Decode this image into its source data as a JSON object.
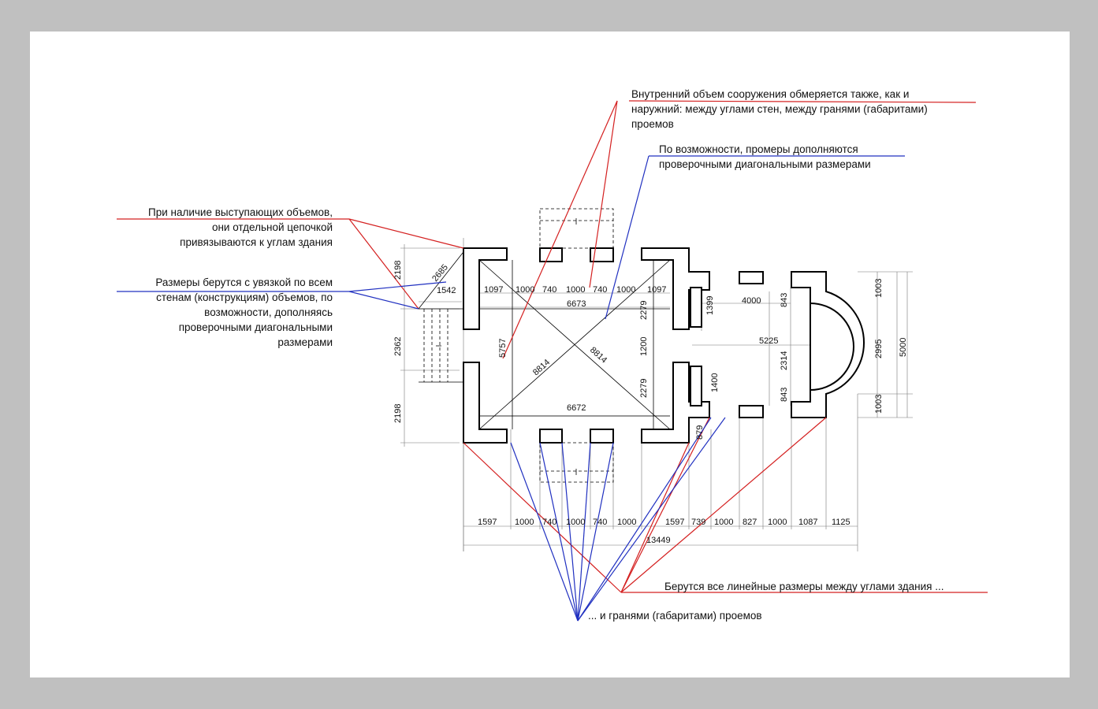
{
  "notes": {
    "top_red": [
      "Внутренний объем сооружения обмеряется также, как и",
      "наружний: между углами стен, между гранями (габаритами)",
      "проемов"
    ],
    "top_blue": [
      "По возможности, промеры дополняются",
      "проверочными диагональными размерами"
    ],
    "left_red": [
      "При наличие выступающих объемов,",
      "они отдельной цепочкой",
      "привязываются к углам здания"
    ],
    "left_blue": [
      "Размеры берутся с увязкой по всем",
      "стенам (конструкциям) объемов, по",
      "возможности, дополняясь",
      "проверочными диагональными",
      "размерами"
    ],
    "bottom_red": "Берутся все линейные размеры между углами здания ...",
    "bottom_blue": "... и гранями (габаритами) проемов"
  },
  "dims": {
    "d2198a": "2198",
    "d2685": "2685",
    "d1542": "1542",
    "d2362": "2362",
    "d2198b": "2198",
    "t1097a": "1097",
    "t1000a": "1000",
    "t740a": "740",
    "t1000b": "1000",
    "t740b": "740",
    "t1000c": "1000",
    "t1097b": "1097",
    "d6673": "6673",
    "d2279a": "2279",
    "d1200": "1200",
    "d2279b": "2279",
    "d5757": "5757",
    "d8814a": "8814",
    "d8814b": "8814",
    "d6672": "6672",
    "d1399": "1399",
    "d4000": "4000",
    "d843a": "843",
    "d5225": "5225",
    "d2314": "2314",
    "d1400": "1400",
    "d843b": "843",
    "d1003a": "1003",
    "d2995": "2995",
    "d1003b": "1003",
    "d5000": "5000",
    "d879": "879",
    "b1597a": "1597",
    "b1000a": "1000",
    "b740a": "740",
    "b1000b": "1000",
    "b740b": "740",
    "b1000c": "1000",
    "b1597b": "1597",
    "b739": "739",
    "b1000d": "1000",
    "b827": "827",
    "b1000e": "1000",
    "b1087": "1087",
    "b1125": "1125",
    "d13449": "13449"
  },
  "colors": {
    "red_leader": "#d42020",
    "blue_leader": "#2030c0",
    "background": "#c0c0c0",
    "sheet": "#ffffff"
  }
}
